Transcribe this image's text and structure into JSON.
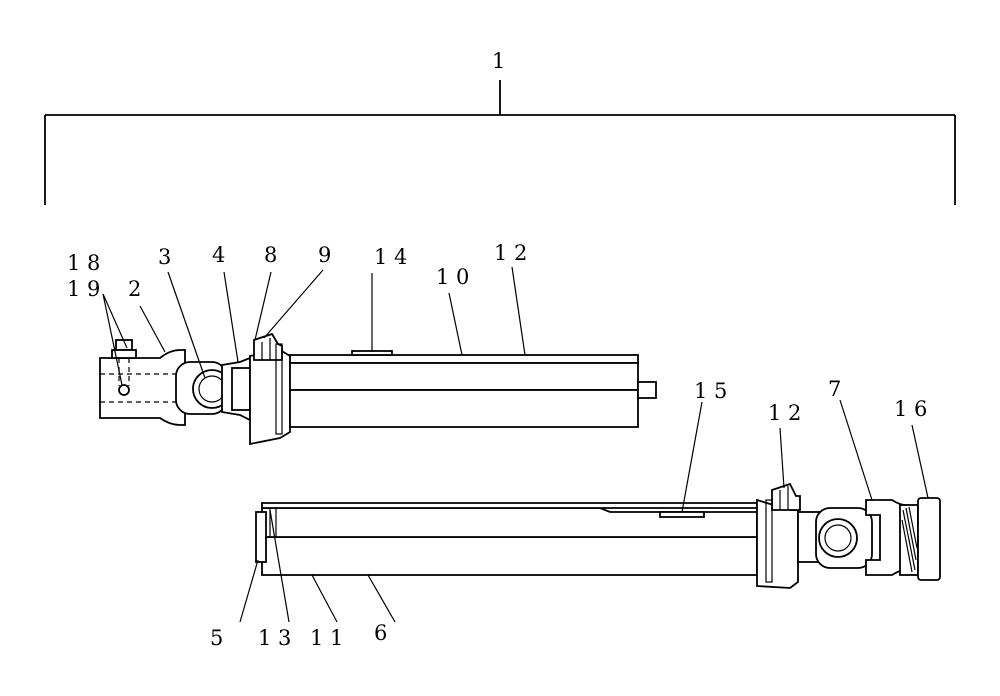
{
  "labels": {
    "l1": "1",
    "l18": "1 8",
    "l19": "1 9",
    "l2": "2",
    "l3": "3",
    "l4": "4",
    "l8": "8",
    "l9": "9",
    "l14": "1 4",
    "l10": "1 0",
    "l12a": "1 2",
    "l15": "1 5",
    "l12b": "1 2",
    "l7": "7",
    "l16": "1 6",
    "l5": "5",
    "l13": "1 3",
    "l11": "1 1",
    "l6": "6"
  }
}
